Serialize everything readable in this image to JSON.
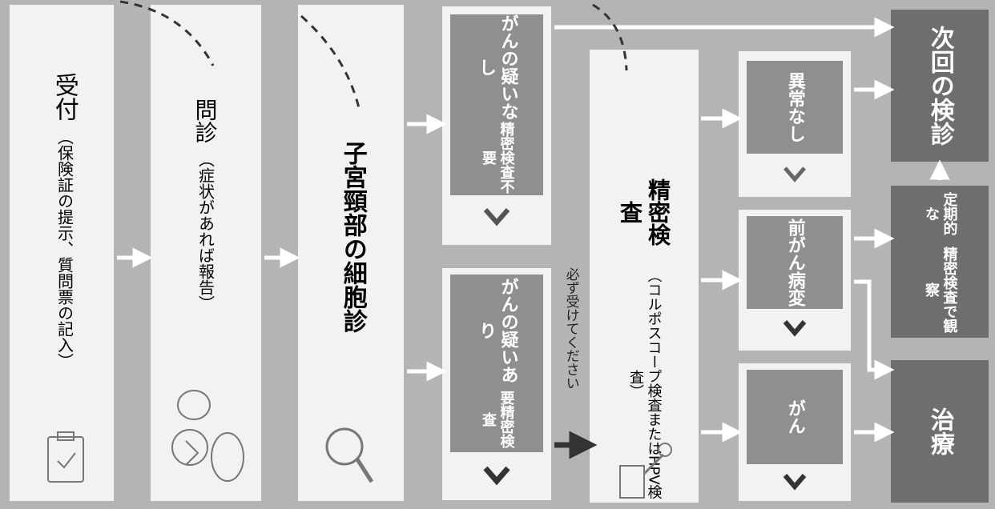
{
  "steps": {
    "reception": {
      "title": "受付",
      "note": "（保険証の提示、質問票の記入）"
    },
    "interview": {
      "title": "問診",
      "note": "（症状があれば報告）"
    },
    "cytology": {
      "title": "子宮頸部の細胞診"
    }
  },
  "results": {
    "no_suspicion": {
      "line1": "がんの疑いなし",
      "line2": "精密検査不要"
    },
    "suspicion": {
      "line1": "がんの疑いあり",
      "line2": "要精密検査"
    }
  },
  "must_note": "必ず受けてください",
  "detailed_exam": {
    "title": "精密検査",
    "note": "（コルポスコープ検査またはHPV検査）"
  },
  "outcomes": {
    "normal": "異常なし",
    "precancer": {
      "line1": "前がん",
      "line2": "病変"
    },
    "cancer": "がん"
  },
  "final": {
    "next_exam": "次回の検診",
    "observe": {
      "line1": "定期的な",
      "line2": "精密検査で観察"
    },
    "treatment": "治療"
  },
  "colors": {
    "background": "#b4b4b4",
    "box": "#f2f2f2",
    "inner": "#8f8f8f",
    "dark": "#6e6e6e",
    "arrow": "#ffffff"
  }
}
